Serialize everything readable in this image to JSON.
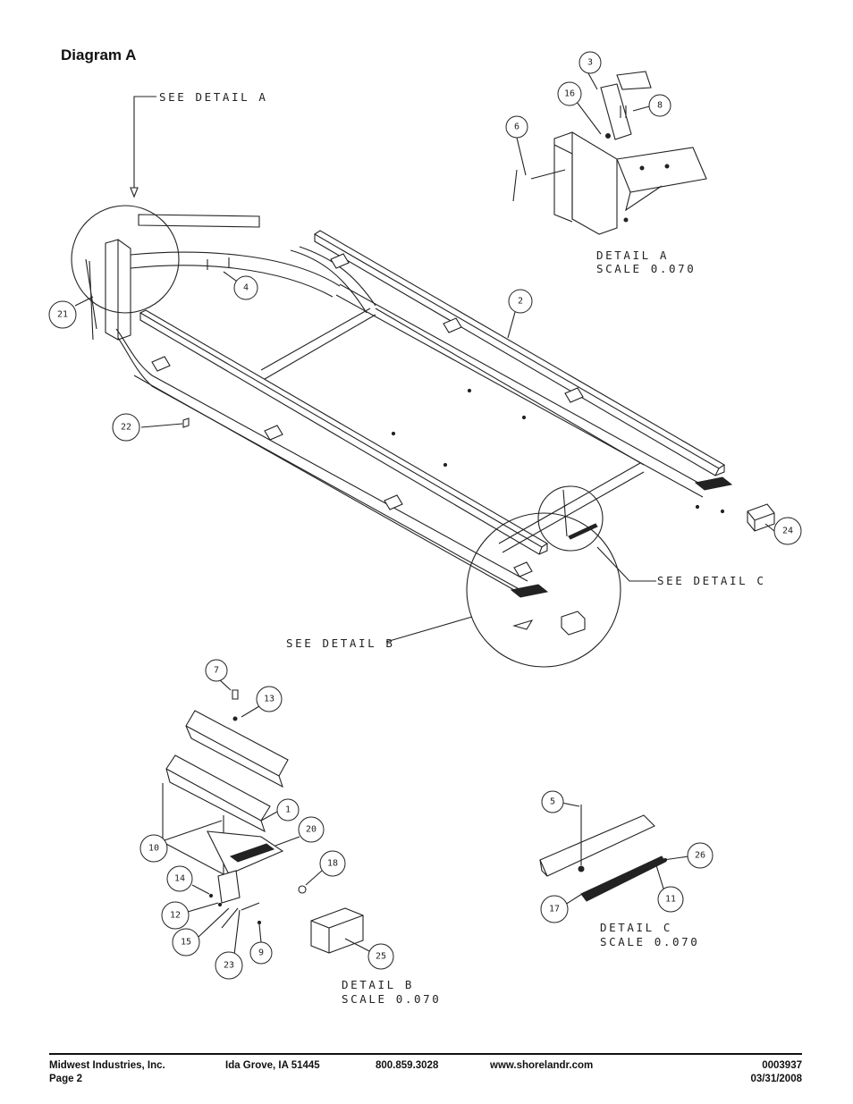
{
  "title": "Diagram A",
  "labels": {
    "see_detail_a": "SEE DETAIL  A",
    "see_detail_b": "SEE DETAIL  B",
    "see_detail_c": "SEE DETAIL  C",
    "detail_a": "DETAIL  A",
    "detail_a_scale": "SCALE  0.070",
    "detail_b": "DETAIL  B",
    "detail_b_scale": "SCALE  0.070",
    "detail_c": "DETAIL  C",
    "detail_c_scale": "SCALE  0.070"
  },
  "callouts": {
    "c1": "1",
    "c2": "2",
    "c3": "3",
    "c4": "4",
    "c5": "5",
    "c6": "6",
    "c7": "7",
    "c8": "8",
    "c9": "9",
    "c10": "10",
    "c11": "11",
    "c12": "12",
    "c13": "13",
    "c14": "14",
    "c15": "15",
    "c16": "16",
    "c17": "17",
    "c18": "18",
    "c20": "20",
    "c21": "21",
    "c22": "22",
    "c23": "23",
    "c24": "24",
    "c25": "25",
    "c26": "26"
  },
  "footer": {
    "company": "Midwest Industries, Inc.",
    "page": "Page 2",
    "location": "Ida Grove, IA  51445",
    "phone": "800.859.3028",
    "website": "www.shorelandr.com",
    "doc_number": "0003937",
    "date": "03/31/2008"
  }
}
